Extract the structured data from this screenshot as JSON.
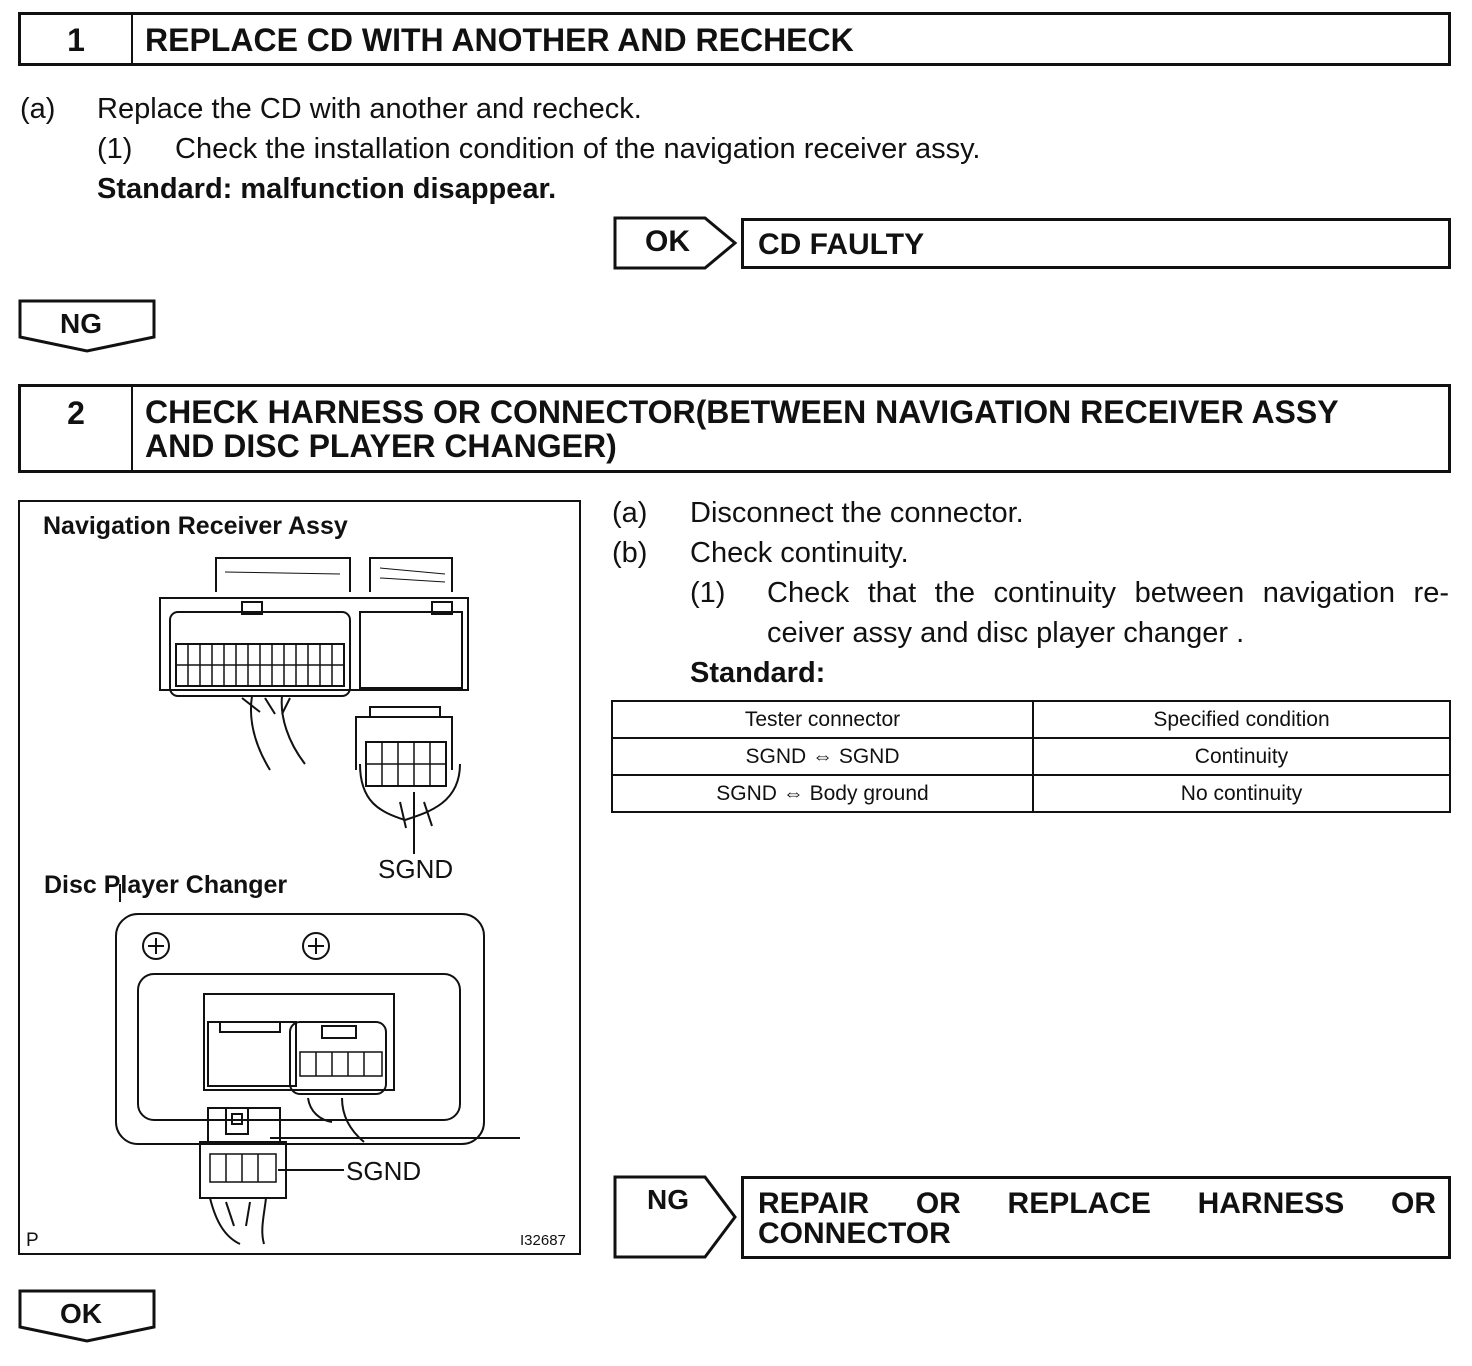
{
  "step1": {
    "number": "1",
    "title": "REPLACE CD WITH ANOTHER AND RECHECK",
    "a_label": "(a)",
    "a_text": "Replace the CD with another and recheck.",
    "a1_label": "(1)",
    "a1_text": "Check the installation condition of the navigation receiver assy.",
    "standard": "Standard: malfunction disappear.",
    "ok_badge": "OK",
    "ok_result": "CD FAULTY",
    "ng_badge": "NG"
  },
  "step2": {
    "number": "2",
    "title_line1": "CHECK HARNESS OR CONNECTOR(BETWEEN NAVIGATION RECEIVER ASSY",
    "title_line2": "AND DISC PLAYER CHANGER)",
    "a_label": "(a)",
    "a_text": "Disconnect the connector.",
    "b_label": "(b)",
    "b_text": "Check continuity.",
    "b1_label": "(1)",
    "b1_line1": "Check that the continuity between navigation re-",
    "b1_line2": "ceiver assy and disc player changer .",
    "standard": "Standard:",
    "table": {
      "headers": [
        "Tester connector",
        "Specified condition"
      ],
      "rows": [
        [
          "SGND ⇔ SGND",
          "Continuity"
        ],
        [
          "SGND ⇔ Body ground",
          "No continuity"
        ]
      ]
    },
    "ng_badge": "NG",
    "ng_result_line1": [
      "REPAIR",
      "OR",
      "REPLACE",
      "HARNESS",
      "OR"
    ],
    "ng_result_line2": "CONNECTOR",
    "ok_badge": "OK"
  },
  "diagram": {
    "nav_label": "Navigation Receiver Assy",
    "sgnd_top": "SGND",
    "disc_label": "Disc Player Changer",
    "sgnd_bottom": "SGND",
    "corner_left": "P",
    "figure_id": "I32687"
  }
}
